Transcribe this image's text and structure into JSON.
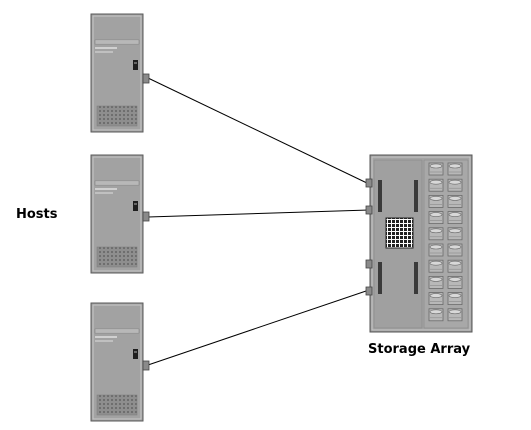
{
  "labels": {
    "hosts": "Hosts",
    "storage_array": "Storage Array"
  },
  "diagram": {
    "host_count": 3,
    "disk_rows": 10,
    "disk_columns": 2,
    "connections": [
      {
        "from": "host-1",
        "to": "storage-array"
      },
      {
        "from": "host-2",
        "to": "storage-array"
      },
      {
        "from": "host-3",
        "to": "storage-array"
      }
    ]
  },
  "colors": {
    "chassis": "#9a9a9a",
    "chassis_light": "#c8c8c8",
    "chassis_dark": "#6a6a6a",
    "line": "#000000"
  }
}
